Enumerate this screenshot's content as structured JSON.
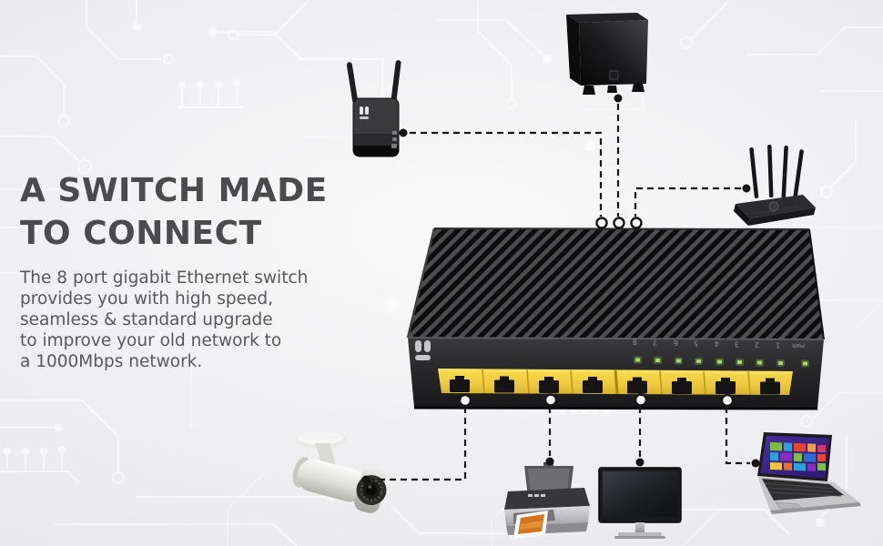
{
  "headline": {
    "line1": "A SWITCH MADE",
    "line2": "TO CONNECT"
  },
  "description": {
    "lines": [
      "The 8 port gigabit Ethernet switch",
      "provides you with high speed,",
      "seamless & standard upgrade",
      "to improve your old network to",
      "a 1000Mbps network."
    ]
  },
  "switch": {
    "port_labels": [
      "8",
      "7",
      "6",
      "5",
      "4",
      "3",
      "2",
      "1"
    ],
    "power_label": "PWR",
    "led_count": 9,
    "colors": {
      "port_yellow": "#eec93f",
      "led_green": "#a9d75f",
      "body_black": "#1c1c1e"
    }
  },
  "devices": {
    "top": [
      "wifi-extender",
      "subwoofer-speaker",
      "wifi-router"
    ],
    "bottom": [
      "security-camera",
      "printer",
      "monitor",
      "laptop"
    ]
  },
  "connections": [
    {
      "from": "wifi-extender",
      "to": "switch-top"
    },
    {
      "from": "subwoofer-speaker",
      "to": "switch-top"
    },
    {
      "from": "wifi-router",
      "to": "switch-top"
    },
    {
      "from": "security-camera",
      "to": "switch-port"
    },
    {
      "from": "printer",
      "to": "switch-port"
    },
    {
      "from": "monitor",
      "to": "switch-port"
    },
    {
      "from": "laptop",
      "to": "switch-port"
    }
  ],
  "style": {
    "background": "#efeff1",
    "heading_color": "#4b4b4d",
    "body_text_color": "#58585a",
    "wire_color": "#161616"
  }
}
